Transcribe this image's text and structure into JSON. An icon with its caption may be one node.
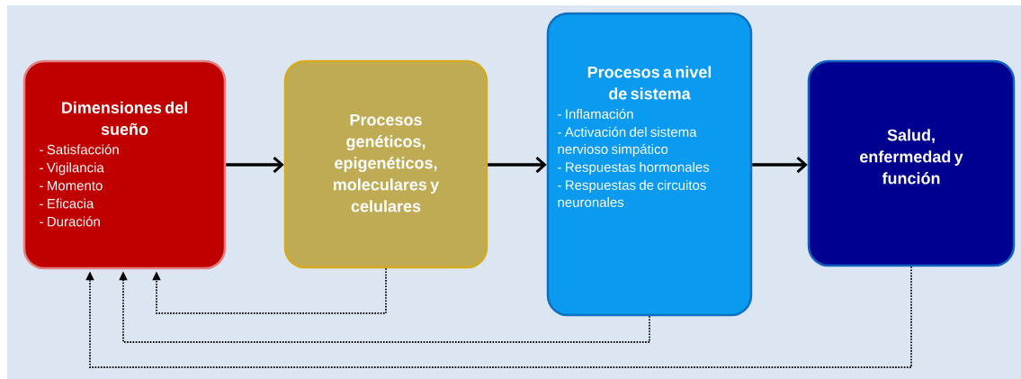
{
  "diagram": {
    "nodes": [
      {
        "text": [
          "Dimensiones del sueño",
          "- Satisfacción",
          "- Vigilancia",
          "- Momento",
          "- Eficacia",
          "- Duración"
        ]
      },
      {
        "text": [
          "Procesos genéticos, epigenéticos, moleculares y celulares"
        ]
      },
      {
        "text": [
          "Procesos a nivel de sistema",
          "- Inflamación",
          "- Activación del sistema nervioso simpático",
          "- Respuestas hormonales",
          "- Respuestas de circuitos neuronales"
        ]
      },
      {
        "text": [
          "Salud, enfermedad y función"
        ]
      }
    ],
    "edges": [
      {
        "from": 0,
        "to": 1,
        "arrow": "to"
      },
      {
        "from": 1,
        "to": 2,
        "arrow": "to"
      },
      {
        "from": 2,
        "to": 3,
        "arrow": "to"
      },
      {
        "from": 1,
        "to": 0,
        "arrow": "to",
        "style": "dashed"
      },
      {
        "from": 2,
        "to": 0,
        "arrow": "to",
        "style": "dashed"
      },
      {
        "from": 3,
        "to": 0,
        "arrow": "to",
        "style": "dashed"
      }
    ]
  }
}
